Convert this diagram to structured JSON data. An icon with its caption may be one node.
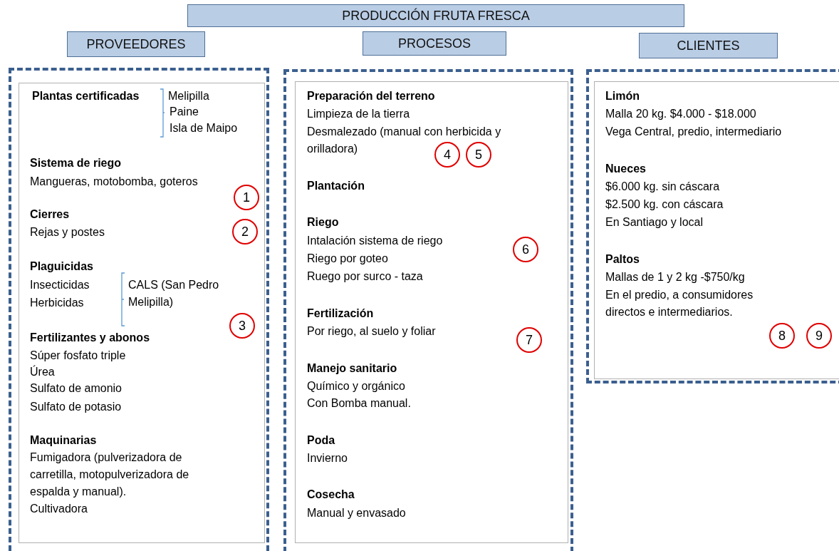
{
  "diagram": {
    "title": "PRODUCCIÓN FRUTA FRESCA",
    "nodes": [
      {
        "text": [
          "PROVEEDORES"
        ]
      },
      {
        "text": [
          "PROCESOS"
        ]
      },
      {
        "text": [
          "CLIENTES"
        ]
      },
      {
        "text": [],
        "shape": "box"
      },
      {
        "text": [
          "Plantas certificadas",
          "Melipilla",
          "Paine",
          "Isla de Maipo",
          "Sistema de riego",
          "Mangueras, motobomba, goteros",
          "Cierres",
          "Rejas y postes",
          "Plaguicidas",
          "Insecticidas",
          "Herbicidas",
          "CALS (San Pedro Melipilla)",
          "Fertilizantes y abonos",
          "Súper fosfato triple",
          "Úrea",
          "Sulfato de amonio",
          "Sulfato de potasio",
          "Maquinarias",
          "Fumigadora (pulverizadora de carretilla, motopulverizadora de espalda y manual).",
          "Cultivadora"
        ],
        "in": 3
      },
      {
        "text": [
          "1"
        ],
        "in": 4
      },
      {
        "text": [
          "2"
        ],
        "in": 4
      },
      {
        "text": [
          "3"
        ],
        "in": 4
      },
      {
        "text": [],
        "shape": "box"
      },
      {
        "text": [
          "Preparación del terreno",
          "Limpieza de la tierra",
          "Desmalezado (manual con herbicida y orilladora)",
          "Plantación",
          "Riego",
          "Intalación sistema de riego",
          "Riego por goteo",
          "Ruego por surco - taza",
          "Fertilización",
          "Por riego, al suelo y foliar",
          "Manejo sanitario",
          "Químico y orgánico",
          "Con Bomba manual.",
          "Poda",
          "Invierno",
          "Cosecha",
          "Manual y envasado"
        ],
        "in": 8
      },
      {
        "text": [
          "4"
        ],
        "in": 9
      },
      {
        "text": [
          "5"
        ],
        "in": 9
      },
      {
        "text": [
          "6"
        ],
        "in": 9
      },
      {
        "text": [
          "7"
        ],
        "in": 9
      },
      {
        "text": [],
        "shape": "box"
      },
      {
        "text": [
          "Limón",
          "Malla 20 kg. $4.000 - $18.000",
          "Vega Central, predio, intermediario",
          "Nueces",
          "$6.000 kg. sin cáscara",
          "$2.500 kg. con cáscara",
          "En Santiago y local",
          "Paltos",
          "Mallas de 1 y 2 kg -$750/kg",
          "En el predio, a consumidores directos e intermediarios."
        ],
        "in": 14
      },
      {
        "text": [
          "8"
        ],
        "in": 15
      },
      {
        "text": [
          "9"
        ],
        "in": 15
      }
    ]
  }
}
